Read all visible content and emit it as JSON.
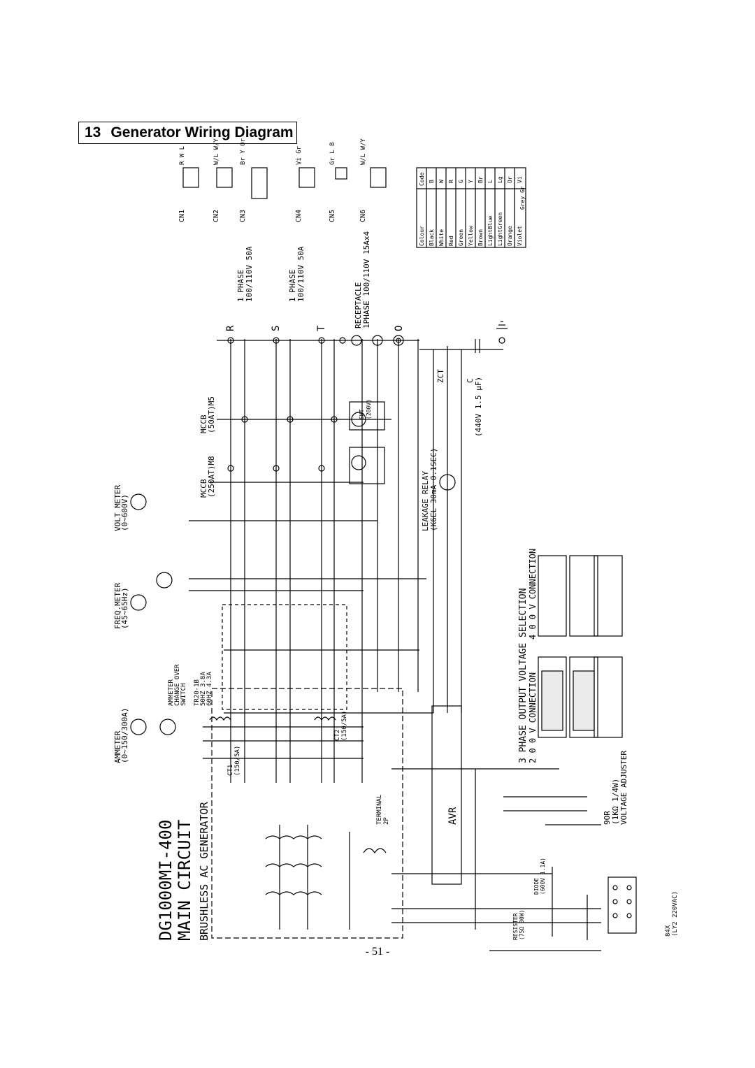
{
  "section": {
    "number": "13",
    "title": "Generator Wiring Diagram"
  },
  "page_number": "- 51 -",
  "drawing": {
    "title_line1": "DG1000MI-400",
    "title_line2": "MAIN CIRCUIT",
    "generator": "BRUSHLESS AC GENERATOR",
    "ammeter": {
      "name": "AMMETER",
      "range": "(0~150/300A)"
    },
    "ammeter_switch": {
      "line1": "AMMETER",
      "line2": "CHANGE OVER",
      "line3": "SWITCH"
    },
    "freq_meter": {
      "name": "FREQ.METER",
      "range": "(45~65Hz)"
    },
    "volt_meter": {
      "name": "VOLT METER",
      "range": "(0~600V)"
    },
    "mccb_main": {
      "name": "MCCB",
      "rating": "(250AT)M8"
    },
    "mccb_sub": {
      "name": "MCCB",
      "rating": "(50AT)M5"
    },
    "single_phase_1": {
      "line1": "1 PHASE",
      "line2": "100/110V 50A"
    },
    "single_phase_2": {
      "line1": "1 PHASE",
      "line2": "100/110V 50A"
    },
    "receptacle": {
      "line1": "RECEPTACLE",
      "line2": "1PHASE 100/110V 15Ax4"
    },
    "leakage_relay": {
      "name": "LEAKAGE RELAY",
      "spec": "(K6EL 30mA 0.1SEC)"
    },
    "zct": "ZCT",
    "capacitor": {
      "name": "C",
      "spec": "(440V 1.5 μF)"
    },
    "voltage_selection": "3 PHASE OUTPUT VOLTAGE SELECTION",
    "conn_200": "2 0 0 V CONNECTION",
    "conn_400": "4 0 0 V CONNECTION",
    "tr": {
      "line1": "TR20-1B",
      "line2": "50HZ 3.8A",
      "line3": "60HZ 4.3A"
    },
    "ct1": {
      "name": "CT1",
      "spec": "(150/5A)"
    },
    "ct2": {
      "name": "CT2",
      "spec": "(150/5A)"
    },
    "terminal": {
      "line1": "TERMINAL",
      "line2": "2P"
    },
    "avr": "AVR",
    "resistor": {
      "line1": "RESISTER",
      "line2": "(75Ω 30W)"
    },
    "diode": {
      "line1": "DIODE",
      "line2": "(600V 1.1A)"
    },
    "vr": {
      "line1": "9OR",
      "line2": "(1KΩ 1/4W)",
      "line3": "VOLTAGE ADJUSTER"
    },
    "relay84x": {
      "name": "84X",
      "spec": "(LY2 220VAC)"
    },
    "shunt": {
      "name": "SHT",
      "spec": "(200V)"
    },
    "terminals": [
      "R",
      "S",
      "T",
      "O"
    ],
    "connectors": [
      {
        "id": "CN1",
        "wires": "R  W  L"
      },
      {
        "id": "CN2",
        "wires": "W/L W/Y"
      },
      {
        "id": "CN3",
        "wires": "Br  Y  Or"
      },
      {
        "id": "CN4",
        "wires": "Vi  Gr"
      },
      {
        "id": "CN5",
        "wires": "Gr  L  B"
      },
      {
        "id": "CN6",
        "wires": "W/L W/Y"
      }
    ]
  },
  "colour_table": {
    "headers": [
      "Colour",
      "Code"
    ],
    "rows": [
      [
        "Black",
        "B"
      ],
      [
        "White",
        "W"
      ],
      [
        "Red",
        "R"
      ],
      [
        "Green",
        "G"
      ],
      [
        "Yellow",
        "Y"
      ],
      [
        "Brown",
        "Br"
      ],
      [
        "LightBlue",
        "L"
      ],
      [
        "LightGreen",
        "Lg"
      ],
      [
        "Orange",
        "Or"
      ],
      [
        "Violet",
        "Vi"
      ],
      [
        "Grey",
        "Gr"
      ]
    ]
  }
}
